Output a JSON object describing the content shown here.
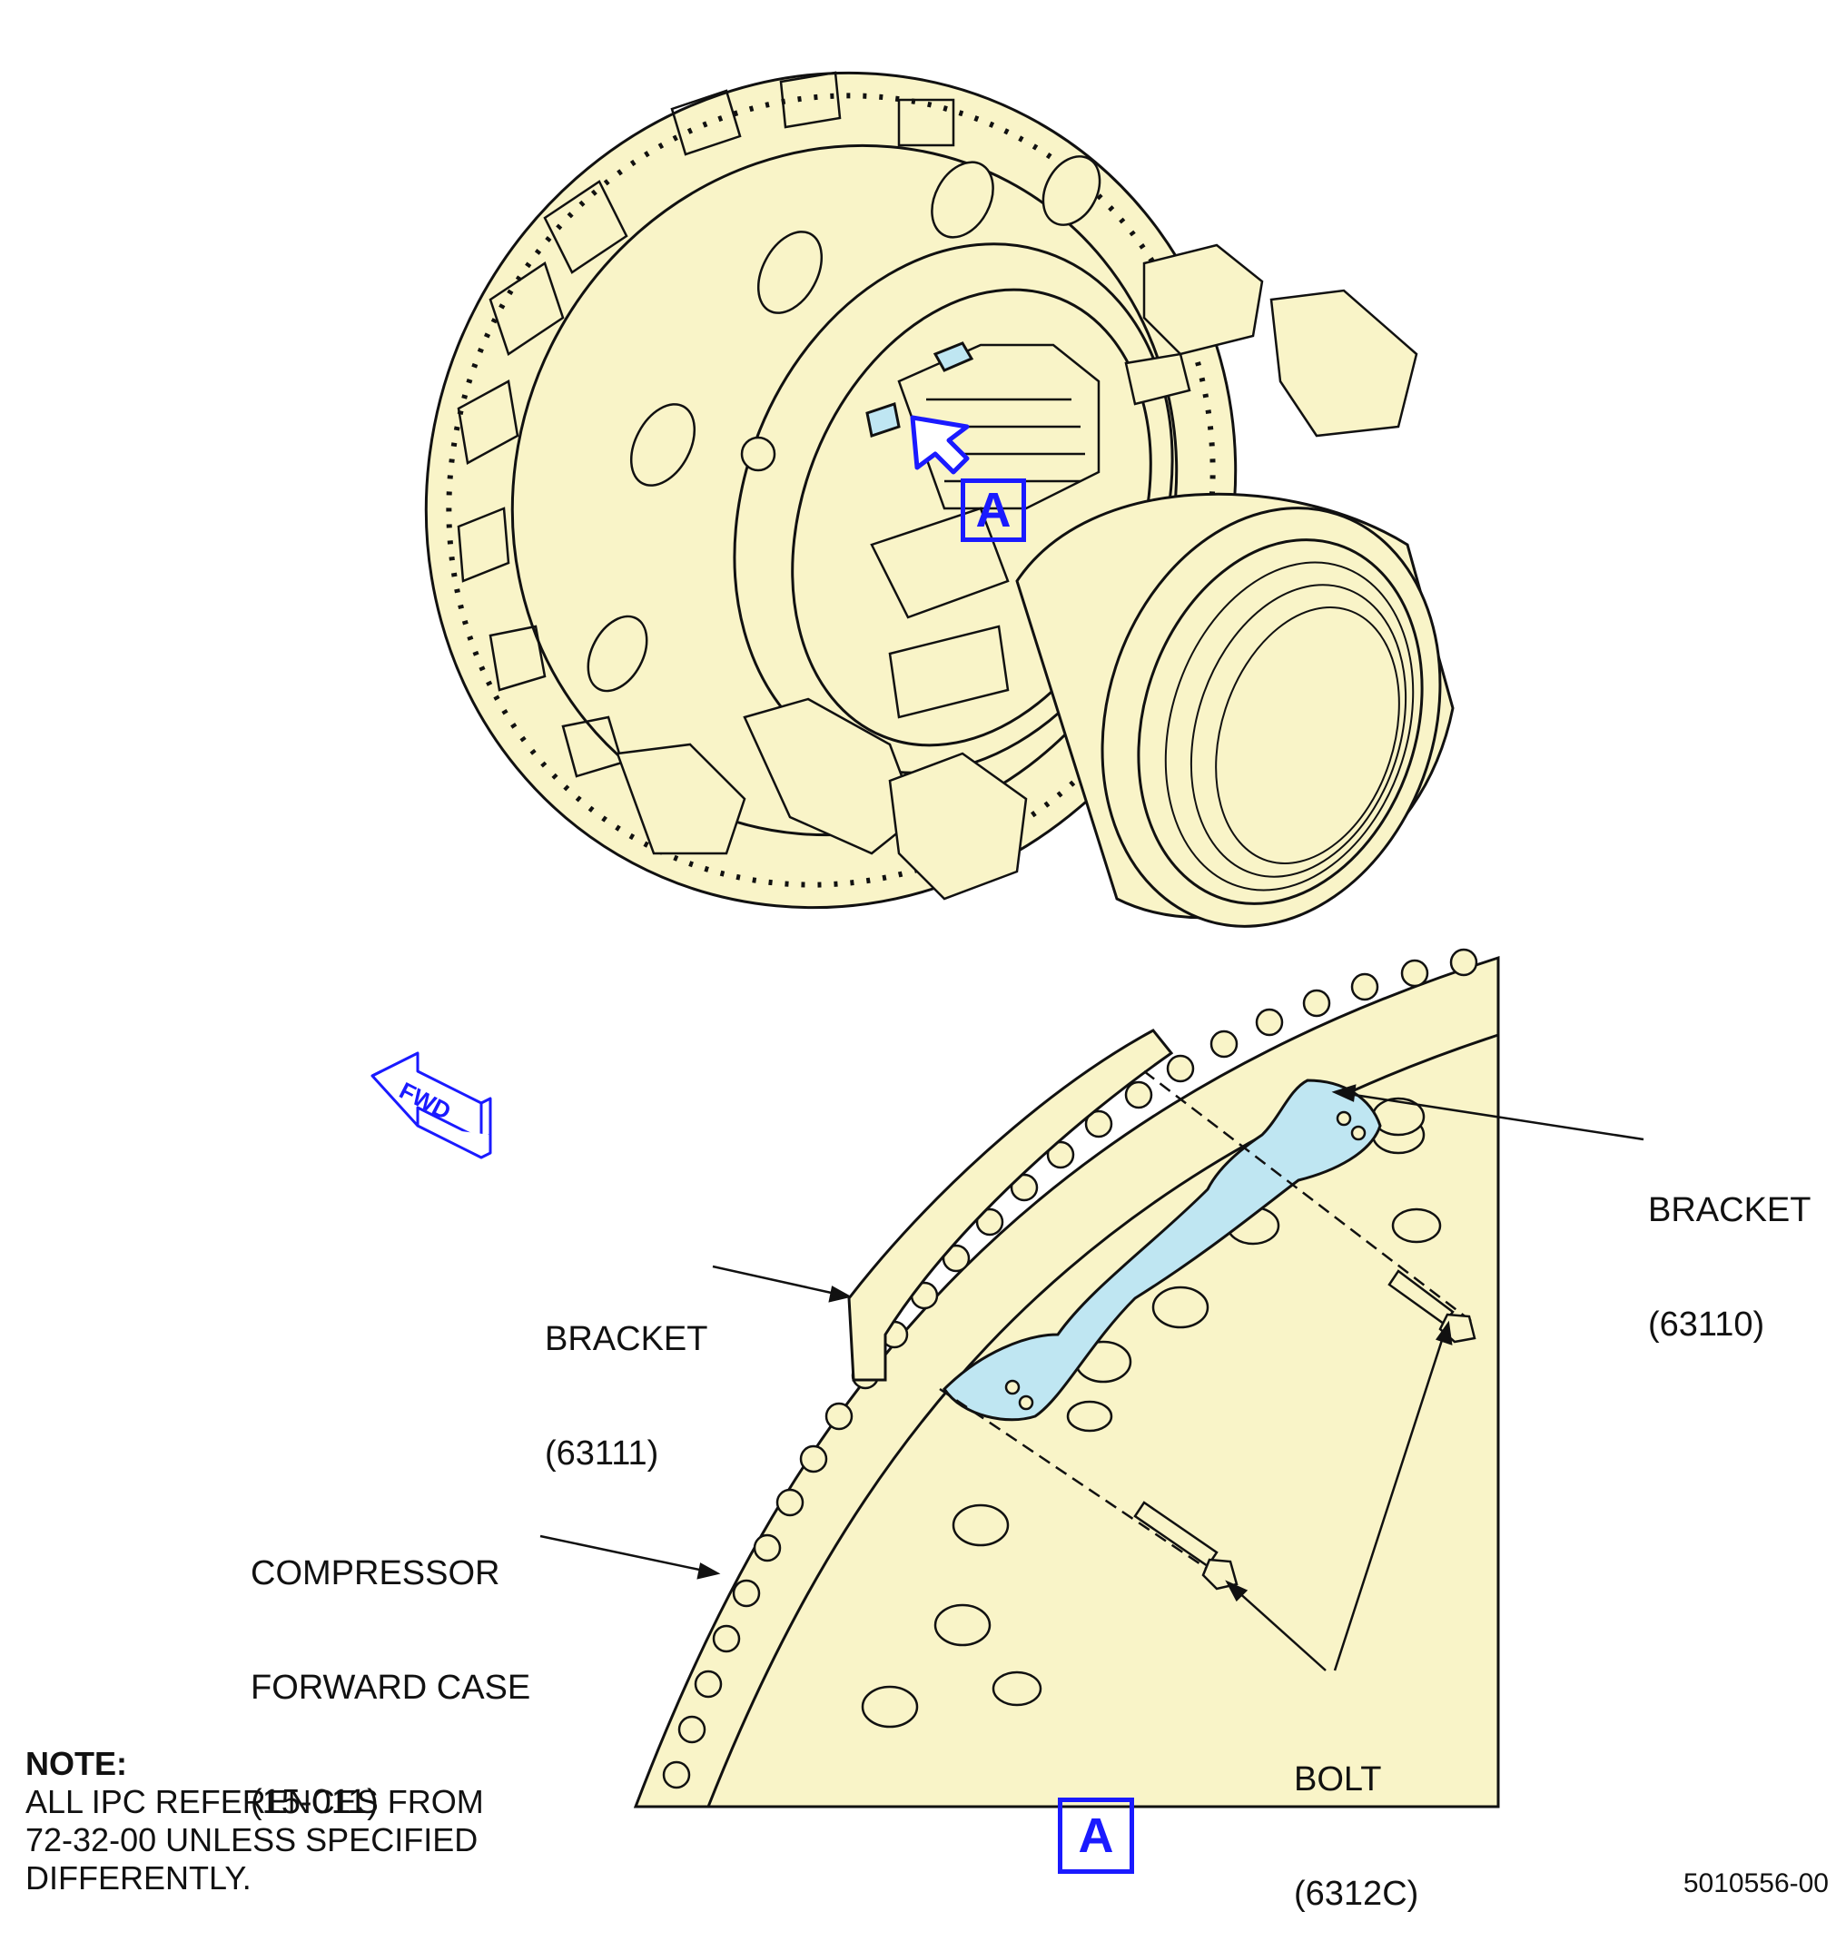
{
  "labels": {
    "bracket_63110": {
      "name": "BRACKET",
      "ref": "(63110)"
    },
    "bracket_63111": {
      "name": "BRACKET",
      "ref": "(63111)"
    },
    "case": {
      "line1": "COMPRESSOR",
      "line2": "FORWARD CASE",
      "ref": "(15-011)"
    },
    "bolt": {
      "name": "BOLT",
      "ref": "(6312C)"
    }
  },
  "note": {
    "heading": "NOTE:",
    "lines": [
      "ALL IPC REFERENCES FROM",
      "72-32-00 UNLESS SPECIFIED",
      "DIFFERENTLY."
    ]
  },
  "view_label": "A",
  "fwd_label": "FWD",
  "document_number": "5010556-00",
  "colors": {
    "part_fill": "#f9f4c8",
    "highlight": "#bfe6f2",
    "callout_blue": "#1a1aff",
    "line": "#111111"
  }
}
